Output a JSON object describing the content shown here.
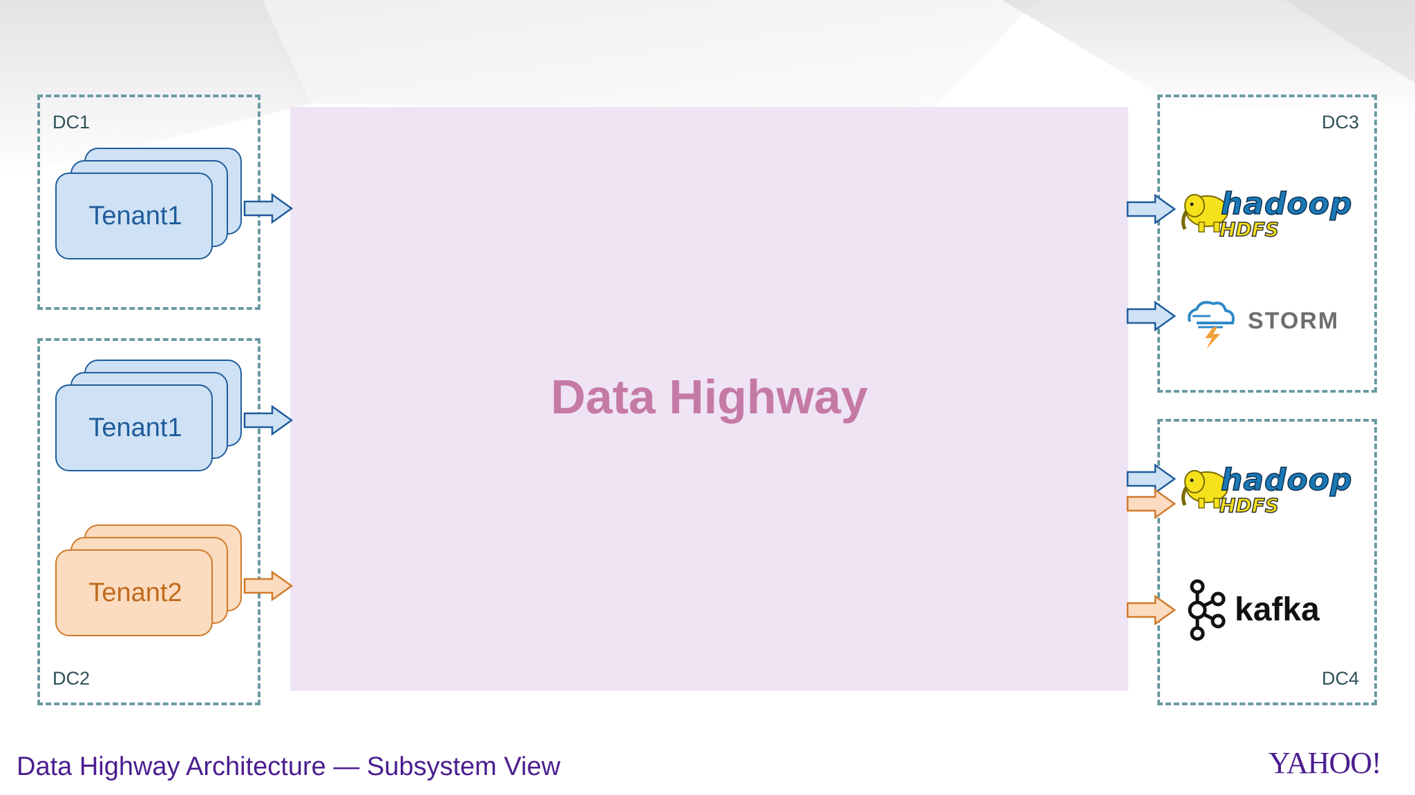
{
  "center": {
    "title": "Data Highway"
  },
  "datacenters": {
    "dc1": {
      "label": "DC1"
    },
    "dc2": {
      "label": "DC2"
    },
    "dc3": {
      "label": "DC3"
    },
    "dc4": {
      "label": "DC4"
    }
  },
  "tenants": [
    {
      "label": "Tenant1",
      "color": "#1f5c9b"
    },
    {
      "label": "Tenant1",
      "color": "#1f5c9b"
    },
    {
      "label": "Tenant2",
      "color": "#c06a1d"
    }
  ],
  "sinks": {
    "hadoop_main": "hadoop",
    "hadoop_sub": "HDFS",
    "storm": "STORM",
    "kafka": "kafka"
  },
  "footer": {
    "title": "Data Highway Architecture — Subsystem View",
    "brand": "YAHOO!"
  },
  "colors": {
    "blue_arrow": "#1f5c9b",
    "orange_arrow": "#d0792a",
    "hub": "#efe4f4",
    "hub_text": "#c57aa6",
    "dashed_border": "#6a9aa2"
  },
  "icons": [
    "hadoop-elephant-icon",
    "storm-cloud-icon",
    "kafka-icon"
  ]
}
